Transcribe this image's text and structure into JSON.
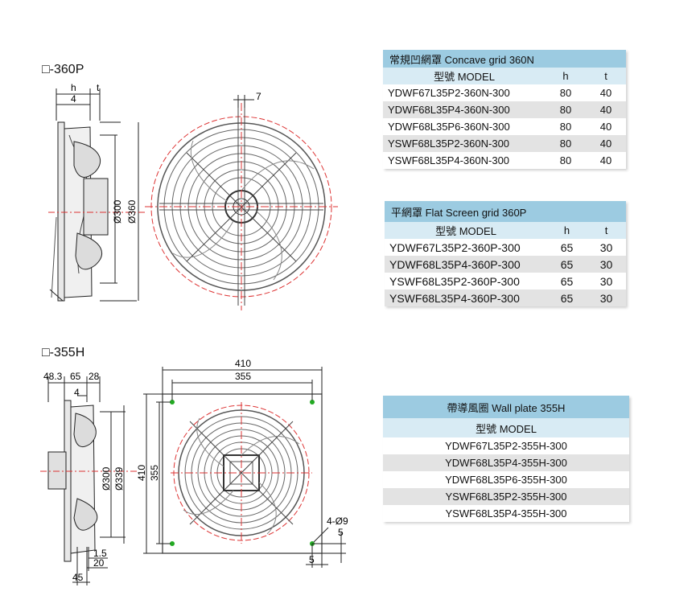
{
  "sections": {
    "s360": {
      "title": "□-360P"
    },
    "s355": {
      "title": "□-355H"
    }
  },
  "dims_360": {
    "h": "h",
    "t": "t",
    "four": "4",
    "seven": "7",
    "d300": "Ø300",
    "d360": "Ø360"
  },
  "dims_355": {
    "d48": "48.3",
    "d65": "65",
    "d28": "28",
    "four": "4",
    "d300": "Ø300",
    "d339": "Ø339",
    "w410": "410",
    "w355": "355",
    "h355": "355",
    "h410": "410",
    "hole": "4-Ø9",
    "five_a": "5",
    "five_b": "5",
    "d15": "1.5",
    "d20": "20",
    "d45": "45"
  },
  "table_concave": {
    "title": "常規凹網罩  Concave grid  360N",
    "head": {
      "model": "型號  MODEL",
      "h": "h",
      "t": "t"
    },
    "rows": [
      {
        "model": "YDWF67L35P2-360N-300",
        "h": "80",
        "t": "40"
      },
      {
        "model": "YDWF68L35P4-360N-300",
        "h": "80",
        "t": "40"
      },
      {
        "model": "YDWF68L35P6-360N-300",
        "h": "80",
        "t": "40"
      },
      {
        "model": "YSWF68L35P2-360N-300",
        "h": "80",
        "t": "40"
      },
      {
        "model": "YSWF68L35P4-360N-300",
        "h": "80",
        "t": "40"
      }
    ]
  },
  "table_flat": {
    "title": "平網罩  Flat Screen grid  360P",
    "head": {
      "model": "型號  MODEL",
      "h": "h",
      "t": "t"
    },
    "rows": [
      {
        "model": "YDWF67L35P2-360P-300",
        "h": "65",
        "t": "30"
      },
      {
        "model": "YDWF68L35P4-360P-300",
        "h": "65",
        "t": "30"
      },
      {
        "model": "YSWF68L35P2-360P-300",
        "h": "65",
        "t": "30"
      },
      {
        "model": "YSWF68L35P4-360P-300",
        "h": "65",
        "t": "30"
      }
    ]
  },
  "table_wall": {
    "title": "帶導風圈  Wall plate  355H",
    "head": {
      "model": "型號  MODEL"
    },
    "rows": [
      {
        "model": "YDWF67L35P2-355H-300"
      },
      {
        "model": "YDWF68L35P4-355H-300"
      },
      {
        "model": "YDWF68L35P6-355H-300"
      },
      {
        "model": "YSWF68L35P2-355H-300"
      },
      {
        "model": "YSWF68L35P4-355H-300"
      }
    ]
  }
}
